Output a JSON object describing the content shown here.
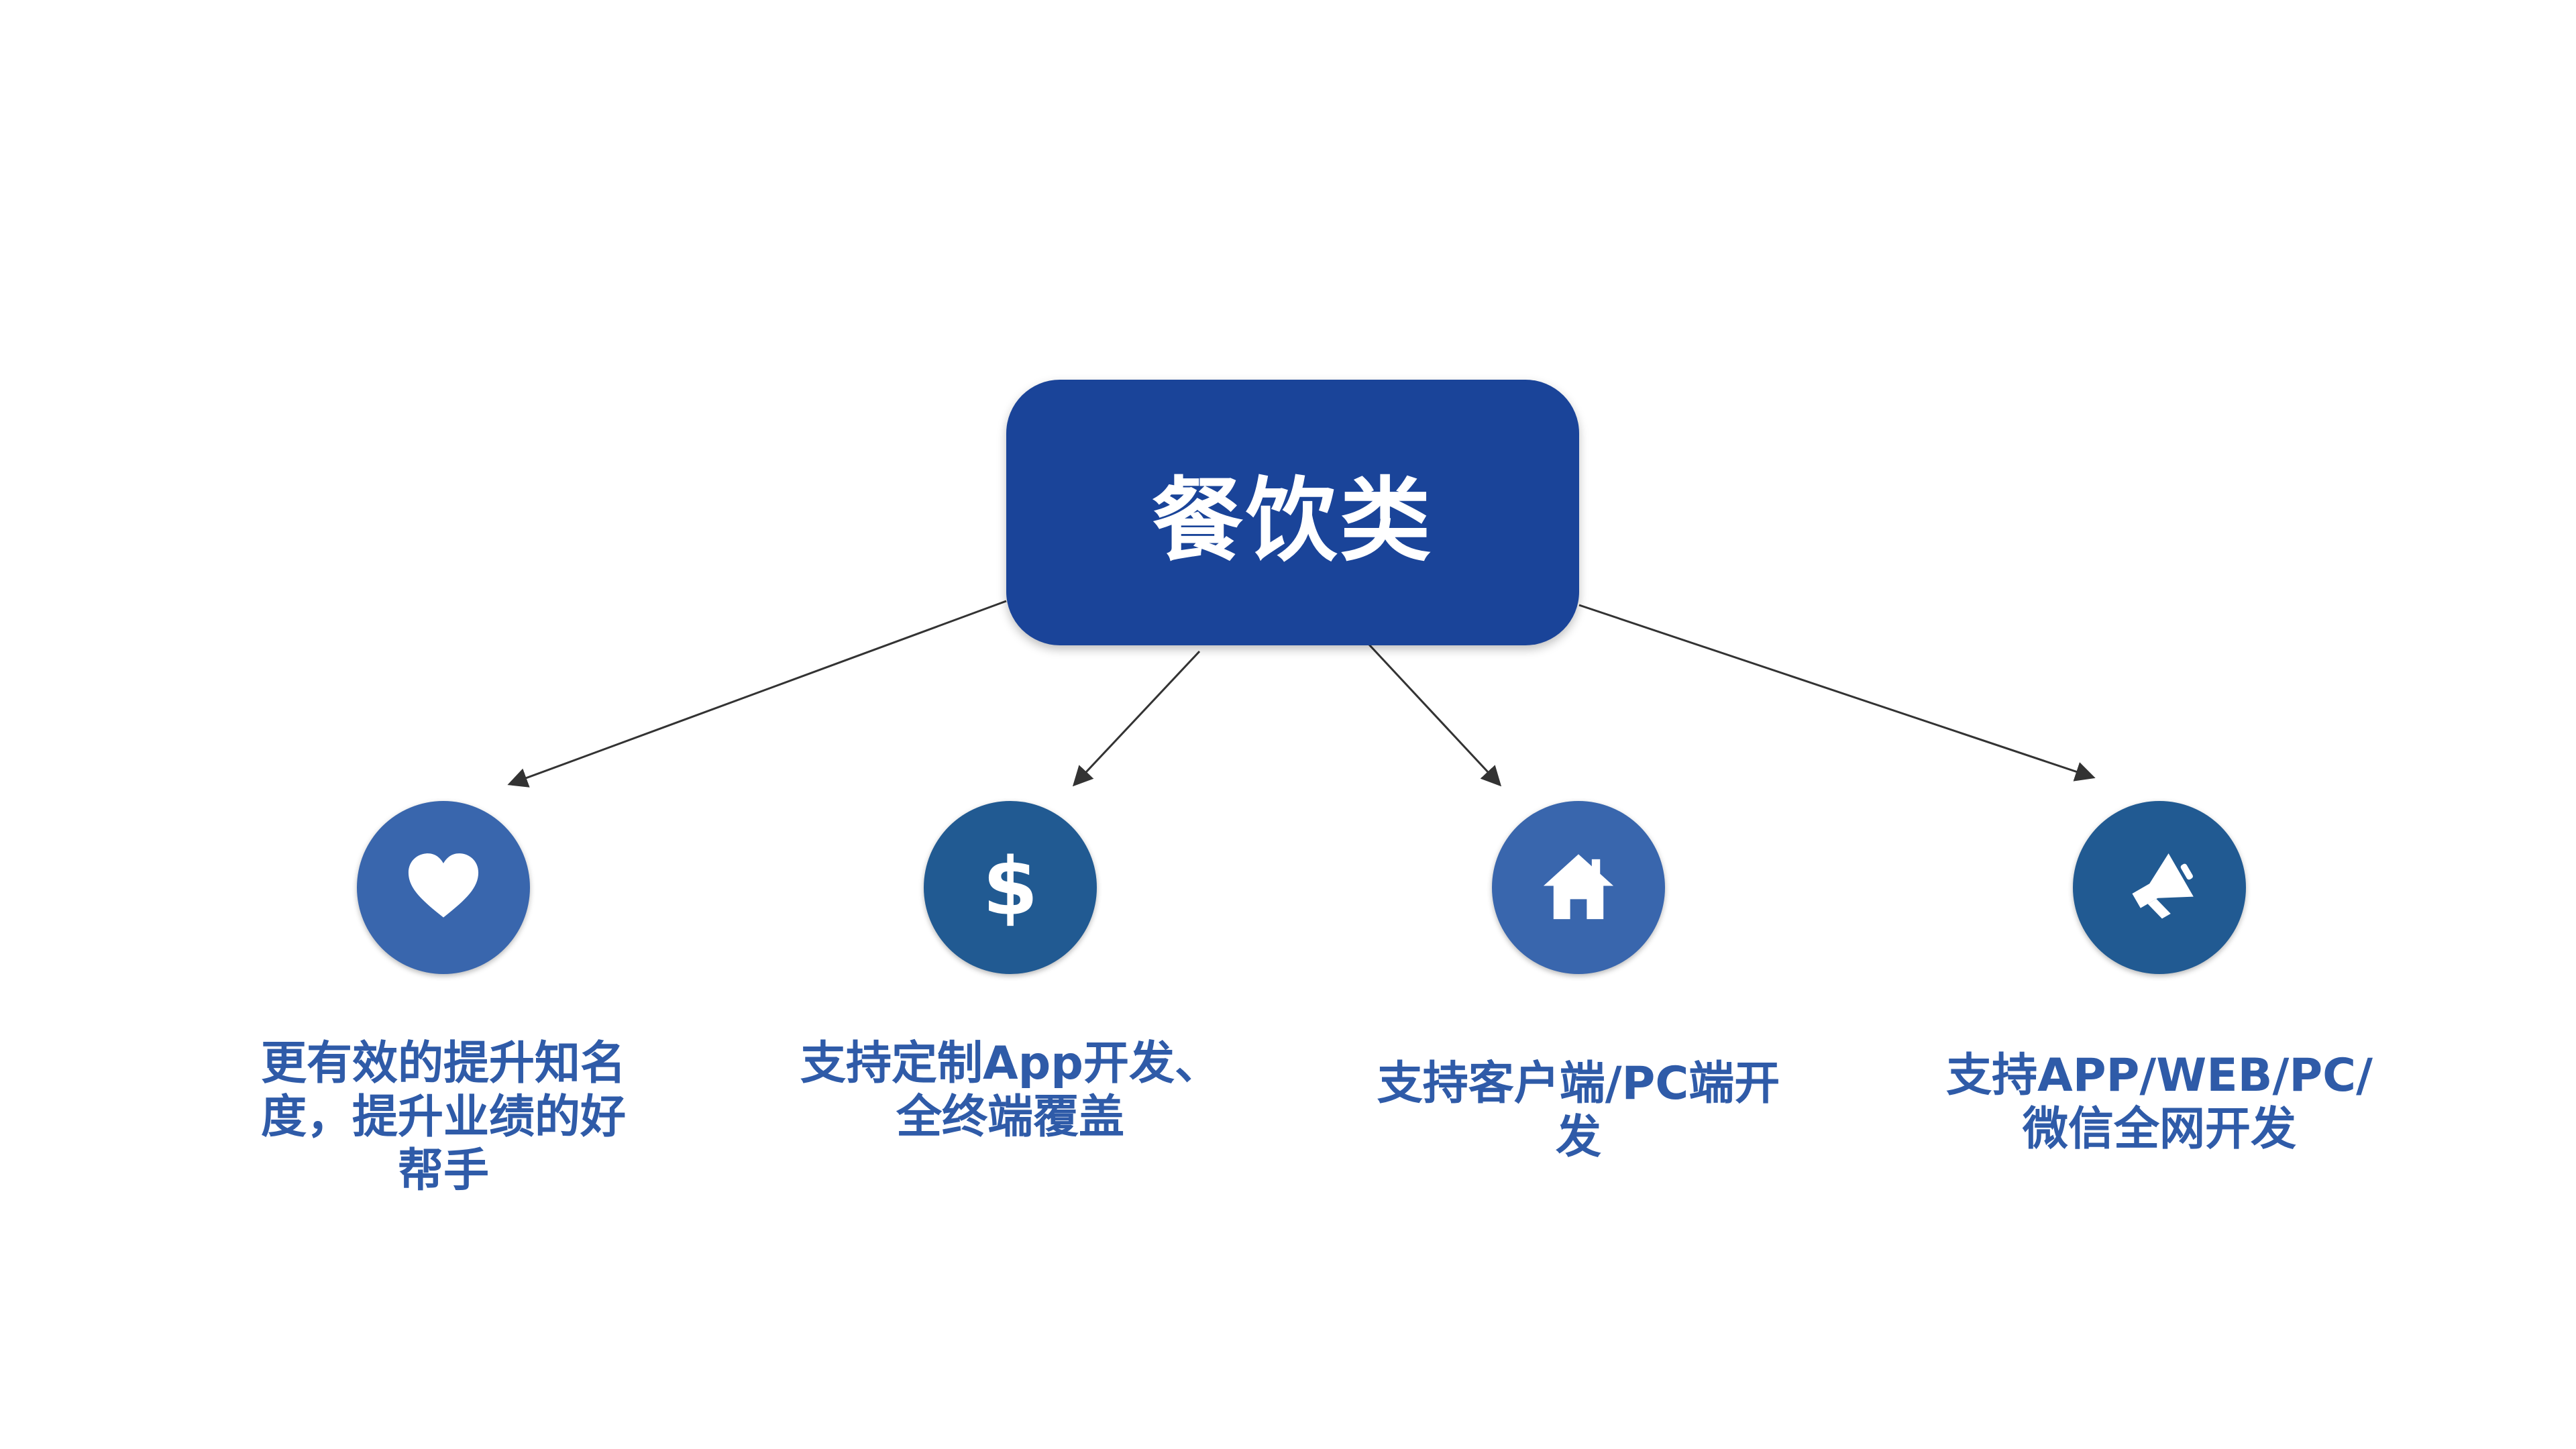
{
  "root": {
    "label": "餐饮类",
    "color": "#1a4499"
  },
  "nodes": [
    {
      "id": "node-1",
      "icon": "heart-icon",
      "color": "#3966ad",
      "label": "更有效的提升知名\n度，提升业绩的好\n帮手"
    },
    {
      "id": "node-2",
      "icon": "dollar-icon",
      "color": "#215a92",
      "label": "支持定制App开发、\n全终端覆盖"
    },
    {
      "id": "node-3",
      "icon": "home-icon",
      "color": "#3966ad",
      "label": "支持客户端/PC端开\n发"
    },
    {
      "id": "node-4",
      "icon": "megaphone-icon",
      "color": "#215a92",
      "label": "支持APP/WEB/PC/\n微信全网开发"
    }
  ],
  "colors": {
    "caption_text": "#2f5ba8",
    "connector": "#333333"
  }
}
